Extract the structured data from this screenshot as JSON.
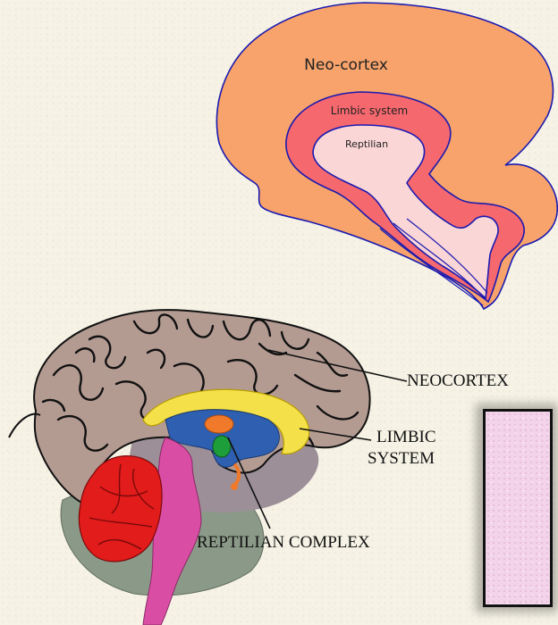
{
  "top_diagram": {
    "neocortex_label": "Neo-cortex",
    "limbic_label": "Limbic system",
    "reptilian_label": "Reptilian",
    "colors": {
      "neocortex": "#f7a36b",
      "limbic": "#f5686e",
      "reptilian": "#fbd6d6",
      "outline": "#1a1ab0"
    }
  },
  "bottom_diagram": {
    "neocortex_label": "NEOCORTEX",
    "limbic_label_line1": "LIMBIC",
    "limbic_label_line2": "SYSTEM",
    "reptilian_label": "REPTILIAN COMPLEX",
    "colors": {
      "cortex": "#b39b92",
      "limbic": "#f4e14a",
      "cerebellum": "#e21b1b",
      "brainstem": "#d94ea4",
      "inner": "#2e5fb0",
      "amygdala": "#f07a2a",
      "hippocampus": "#1e9e3a"
    }
  },
  "side_panel": {
    "color": "#f3d3ea"
  }
}
